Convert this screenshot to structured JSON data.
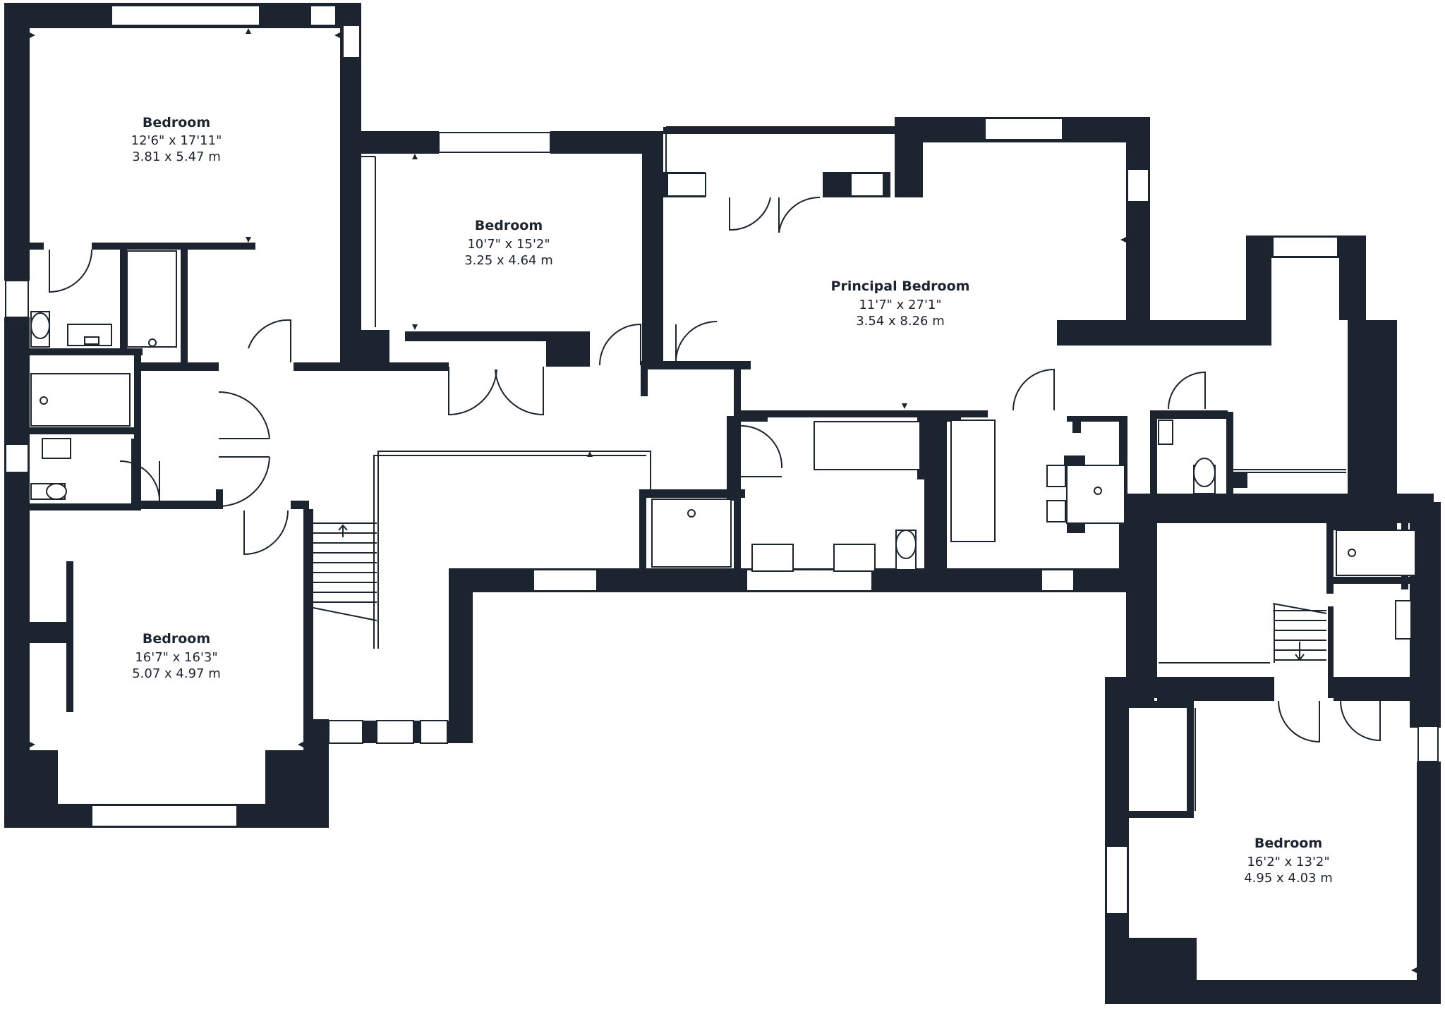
{
  "rooms": [
    {
      "name": "Bedroom",
      "imperial": "12'6\" x 17'11\"",
      "metric": "3.81 x 5.47 m"
    },
    {
      "name": "Bedroom",
      "imperial": "10'7\" x 15'2\"",
      "metric": "3.25 x 4.64 m"
    },
    {
      "name": "Principal Bedroom",
      "imperial": "11'7\" x 27'1\"",
      "metric": "3.54 x 8.26 m"
    },
    {
      "name": "Bedroom",
      "imperial": "16'7\" x 16'3\"",
      "metric": "5.07 x 4.97 m"
    },
    {
      "name": "Bedroom",
      "imperial": "16'2\" x 13'2\"",
      "metric": "4.95 x 4.03 m"
    }
  ],
  "colors": {
    "wall": "#1c2430",
    "background": "#ffffff"
  }
}
